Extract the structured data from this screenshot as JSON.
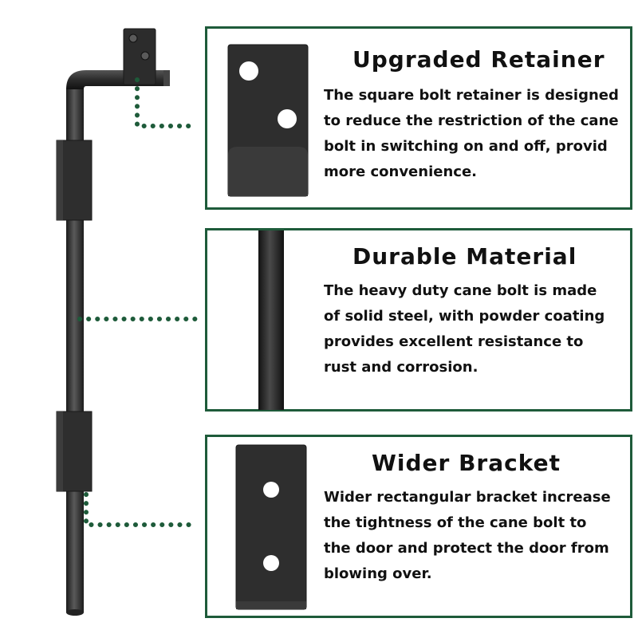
{
  "colors": {
    "frame": "#1e5b3a",
    "dots": "#1e5b3a",
    "metal": "#2b2b2b"
  },
  "features": [
    {
      "title": "Upgraded Retainer",
      "lines": [
        "The square bolt retainer is designed",
        "to reduce the restriction of the cane",
        "bolt in switching on and off, provid",
        "more convenience."
      ]
    },
    {
      "title": "Durable Material",
      "lines": [
        "The heavy duty cane bolt is made",
        "of solid steel, with powder coating",
        "provides excellent resistance to",
        "rust and corrosion."
      ]
    },
    {
      "title": "Wider Bracket",
      "lines": [
        "Wider rectangular bracket increase",
        "the tightness of the cane bolt to",
        "the door and protect the door from",
        "blowing over."
      ]
    }
  ]
}
